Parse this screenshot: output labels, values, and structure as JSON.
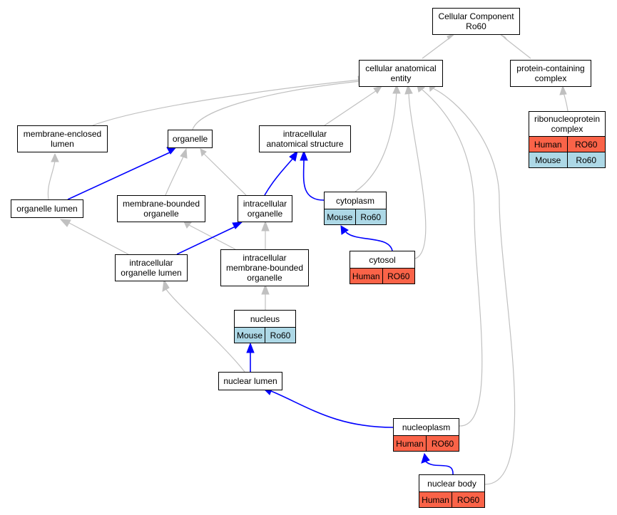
{
  "nodes": {
    "cc": {
      "title": "Cellular Component\nRo60"
    },
    "cae": {
      "title": "cellular anatomical\nentity"
    },
    "pcc": {
      "title": "protein-containing\ncomplex"
    },
    "rnp": {
      "title": "ribonucleoprotein\ncomplex",
      "rows": [
        [
          "Human",
          "RO60"
        ],
        [
          "Mouse",
          "Ro60"
        ]
      ]
    },
    "mel": {
      "title": "membrane-enclosed\nlumen"
    },
    "org": {
      "title": "organelle"
    },
    "ias": {
      "title": "intracellular\nanatomical structure"
    },
    "ol": {
      "title": "organelle lumen"
    },
    "mbo": {
      "title": "membrane-bounded\norganelle"
    },
    "io": {
      "title": "intracellular\norganelle"
    },
    "cyto": {
      "title": "cytoplasm",
      "rows": [
        [
          "Mouse",
          "Ro60"
        ]
      ]
    },
    "iol": {
      "title": "intracellular\norganelle lumen"
    },
    "imbo": {
      "title": "intracellular\nmembrane-bounded\norganelle"
    },
    "cytosol": {
      "title": "cytosol",
      "rows": [
        [
          "Human",
          "RO60"
        ]
      ]
    },
    "nucleus": {
      "title": "nucleus",
      "rows": [
        [
          "Mouse",
          "Ro60"
        ]
      ]
    },
    "nl": {
      "title": "nuclear lumen"
    },
    "np": {
      "title": "nucleoplasm",
      "rows": [
        [
          "Human",
          "RO60"
        ]
      ]
    },
    "nb": {
      "title": "nuclear body",
      "rows": [
        [
          "Human",
          "RO60"
        ]
      ]
    }
  },
  "colors": {
    "human": "#fa6348",
    "mouse": "#add8e6",
    "edge_gray": "#c0c0c0",
    "edge_blue": "#0000ff"
  }
}
